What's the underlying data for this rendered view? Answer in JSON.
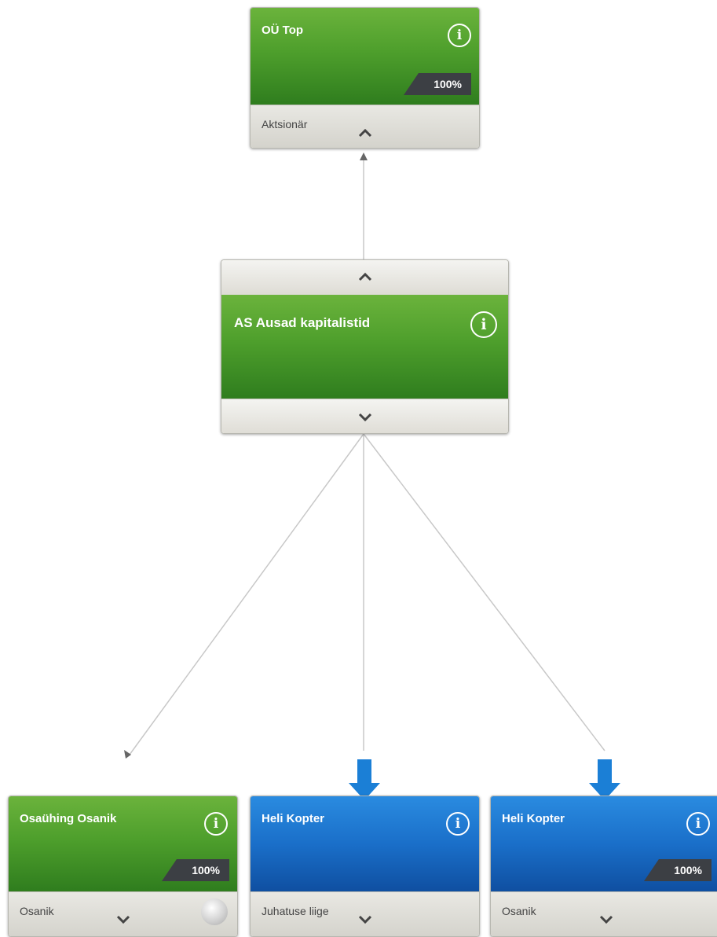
{
  "colors": {
    "green": "#4e9f2c",
    "blue": "#1a6fc9",
    "edge": "#c8c8c8",
    "arrow": "#1b7fd6"
  },
  "nodes": {
    "top": {
      "name": "OÜ Top",
      "percent": "100%",
      "role": "Aktsionär",
      "info_icon": "info-icon",
      "toggle_icon": "chevron-up-icon"
    },
    "center": {
      "name": "AS Ausad kapitalistid",
      "info_icon": "info-icon",
      "up_icon": "chevron-up-icon",
      "down_icon": "chevron-down-icon"
    },
    "child1": {
      "name": "Osaühing Osanik",
      "percent": "100%",
      "role": "Osanik",
      "color": "green"
    },
    "child2": {
      "name": "Heli Kopter",
      "role": "Juhatuse liige",
      "color": "blue"
    },
    "child3": {
      "name": "Heli Kopter",
      "percent": "100%",
      "role": "Osanik",
      "color": "blue"
    }
  }
}
